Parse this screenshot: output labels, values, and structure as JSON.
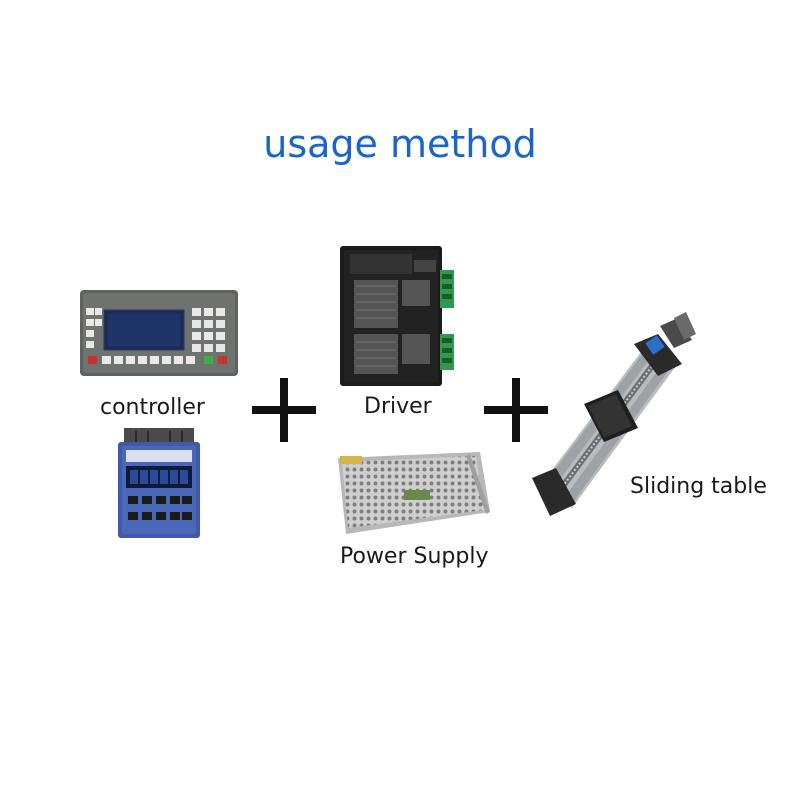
{
  "title": "usage method",
  "labels": {
    "controller": "controller",
    "driver": "Driver",
    "power_supply": "Power Supply",
    "sliding_table": "Sliding table"
  },
  "colors": {
    "title": "#1b64c8",
    "plus": "#111111"
  },
  "icons": {
    "plus_1": "plus-icon",
    "plus_2": "plus-icon"
  }
}
